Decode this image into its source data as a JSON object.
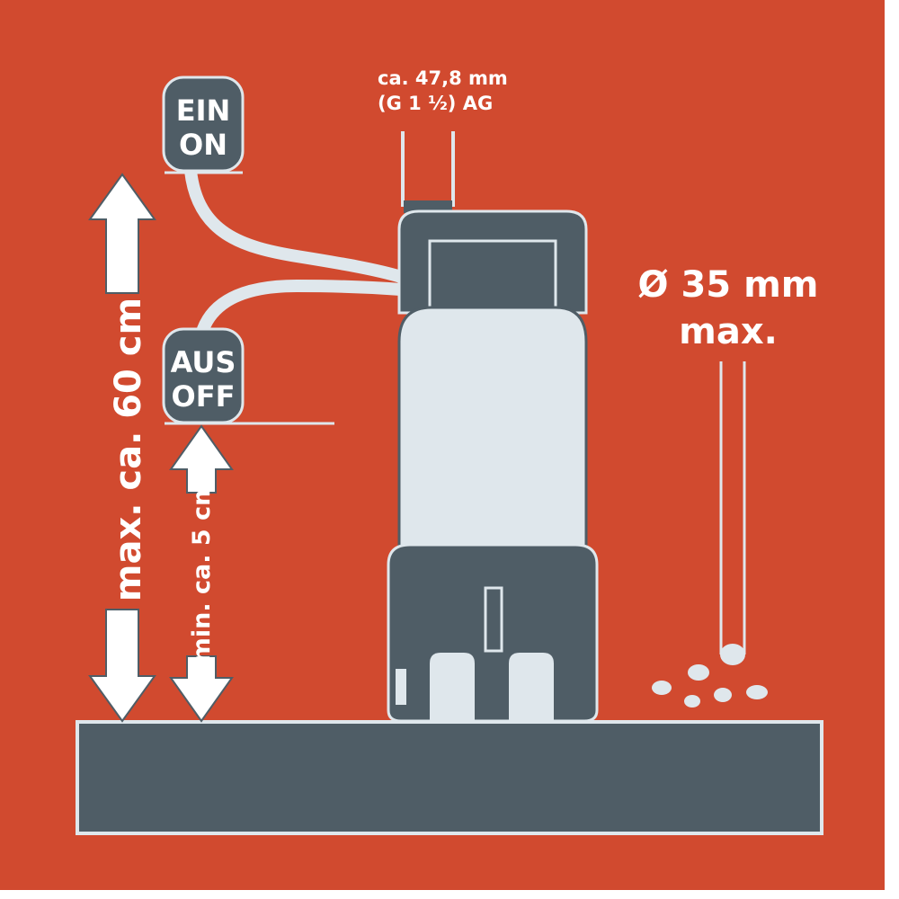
{
  "colors": {
    "background": "#d14a2f",
    "background_edge": "#c7412a",
    "dark": "#4f5d66",
    "light": "#dfe7ec",
    "arrow": "#ffffff",
    "label_text": "#ffffff"
  },
  "switch_on": {
    "line1": "EIN",
    "line2": "ON"
  },
  "switch_off": {
    "line1": "AUS",
    "line2": "OFF"
  },
  "outlet": {
    "line1": "ca. 47,8 mm",
    "line2": "(G 1 ½) AG"
  },
  "dimensions": {
    "max_height": "max. ca. 60 cm",
    "min_height": "min. ca. 5 cm"
  },
  "particle": {
    "line1": "Ø 35 mm",
    "line2": "max."
  }
}
